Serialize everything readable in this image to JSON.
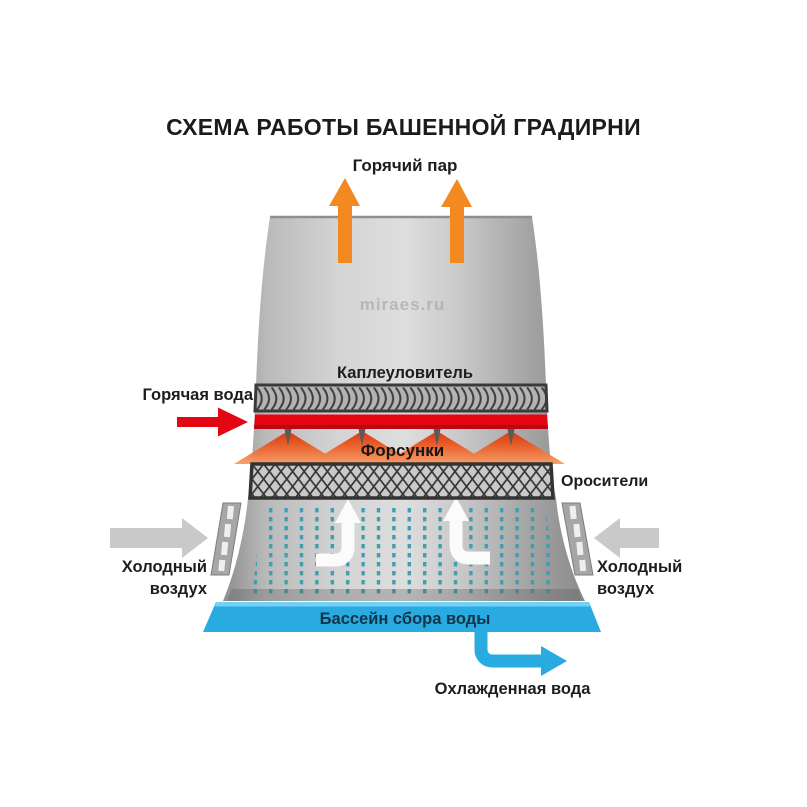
{
  "title": "СХЕМА РАБОТЫ БАШЕННОЙ ГРАДИРНИ",
  "watermark": "miraes.ru",
  "labels": {
    "hot_steam": "Горячий пар",
    "drift_eliminator": "Каплеуловитель",
    "hot_water": "Горячая вода",
    "nozzles": "Форсунки",
    "sprinklers": "Оросители",
    "cold_air": {
      "line1": "Холодный",
      "line2": "воздух"
    },
    "basin": "Бассейн сбора воды",
    "cooled_water": "Охлажденная вода"
  },
  "colors": {
    "steam_orange": "#F28A21",
    "hot_water_red": "#E30613",
    "basin_blue": "#29ABE2",
    "basin_edge_light": "#72D2F4",
    "cold_air_gray": "#C9C9C9",
    "rain_teal": "#3F9EB0",
    "airflow_white": "#FBFBFB"
  }
}
